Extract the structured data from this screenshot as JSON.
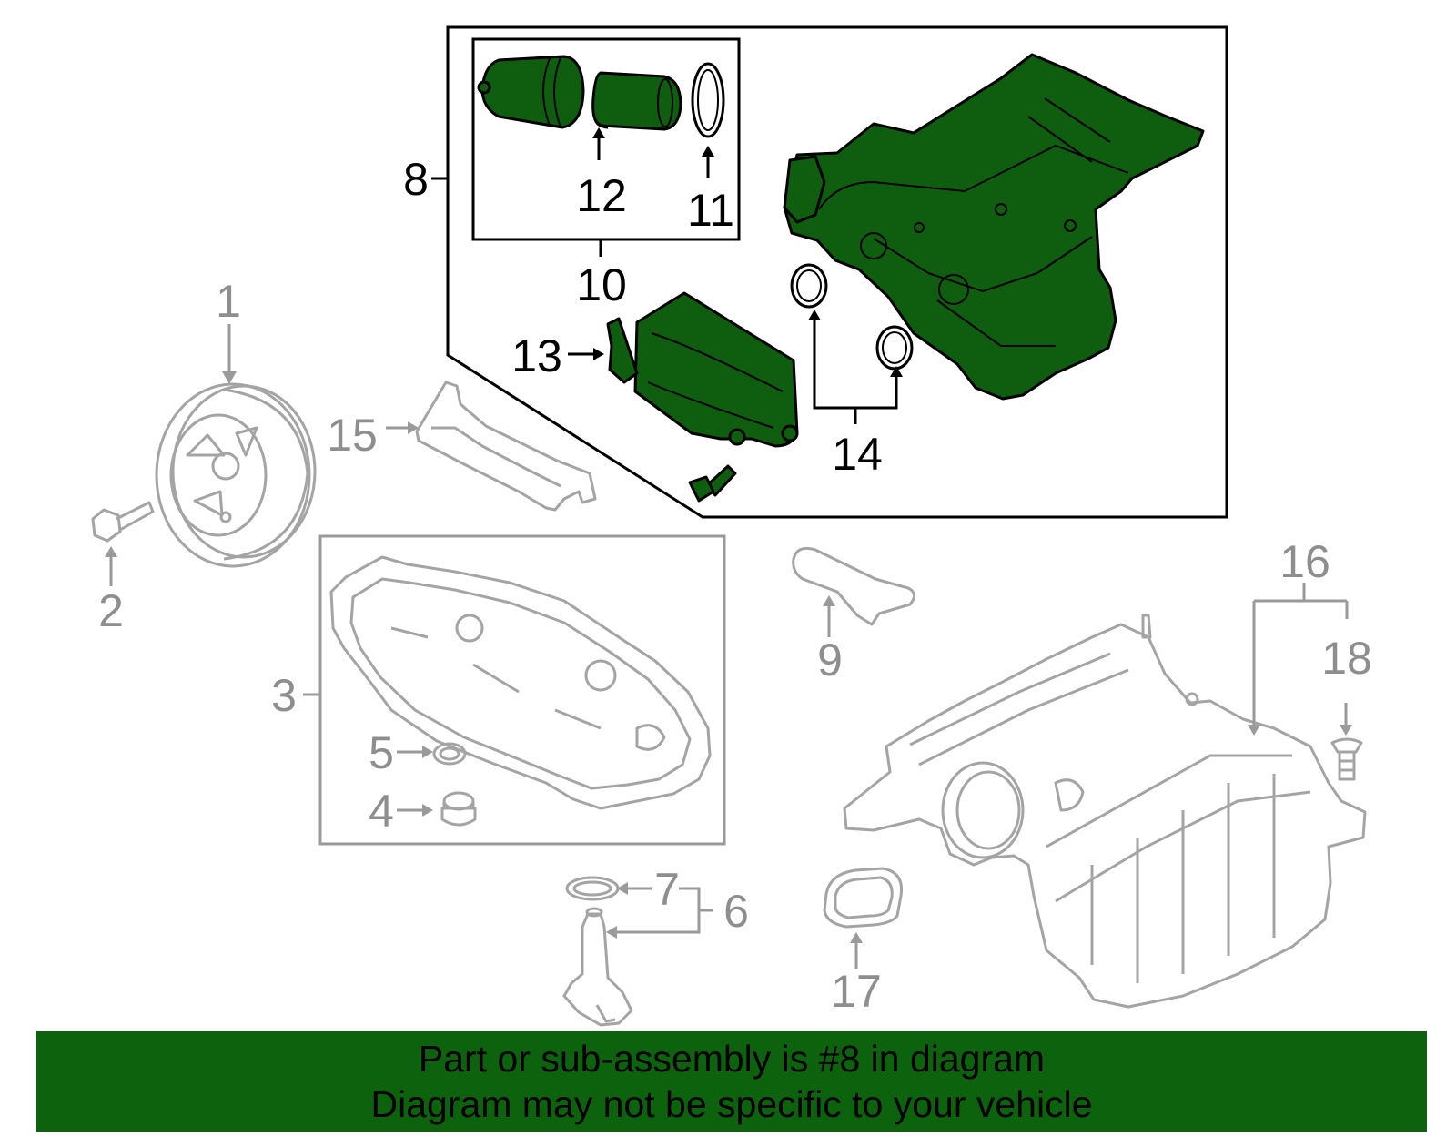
{
  "callouts": {
    "c1": "1",
    "c2": "2",
    "c3": "3",
    "c4": "4",
    "c5": "5",
    "c6": "6",
    "c7": "7",
    "c8": "8",
    "c9": "9",
    "c10": "10",
    "c11": "11",
    "c12": "12",
    "c13": "13",
    "c14": "14",
    "c15": "15",
    "c16": "16",
    "c17": "17",
    "c18": "18"
  },
  "highlight_part": "8",
  "colors": {
    "highlight_green": "#0f5e0f",
    "banner_green": "#0d620d",
    "part_grey": "#a4a4a4",
    "callout_grey": "#8e8e8e"
  },
  "banner": {
    "line1": "Part or sub-assembly is #8 in diagram",
    "line2": "Diagram may not be specific to your vehicle"
  }
}
